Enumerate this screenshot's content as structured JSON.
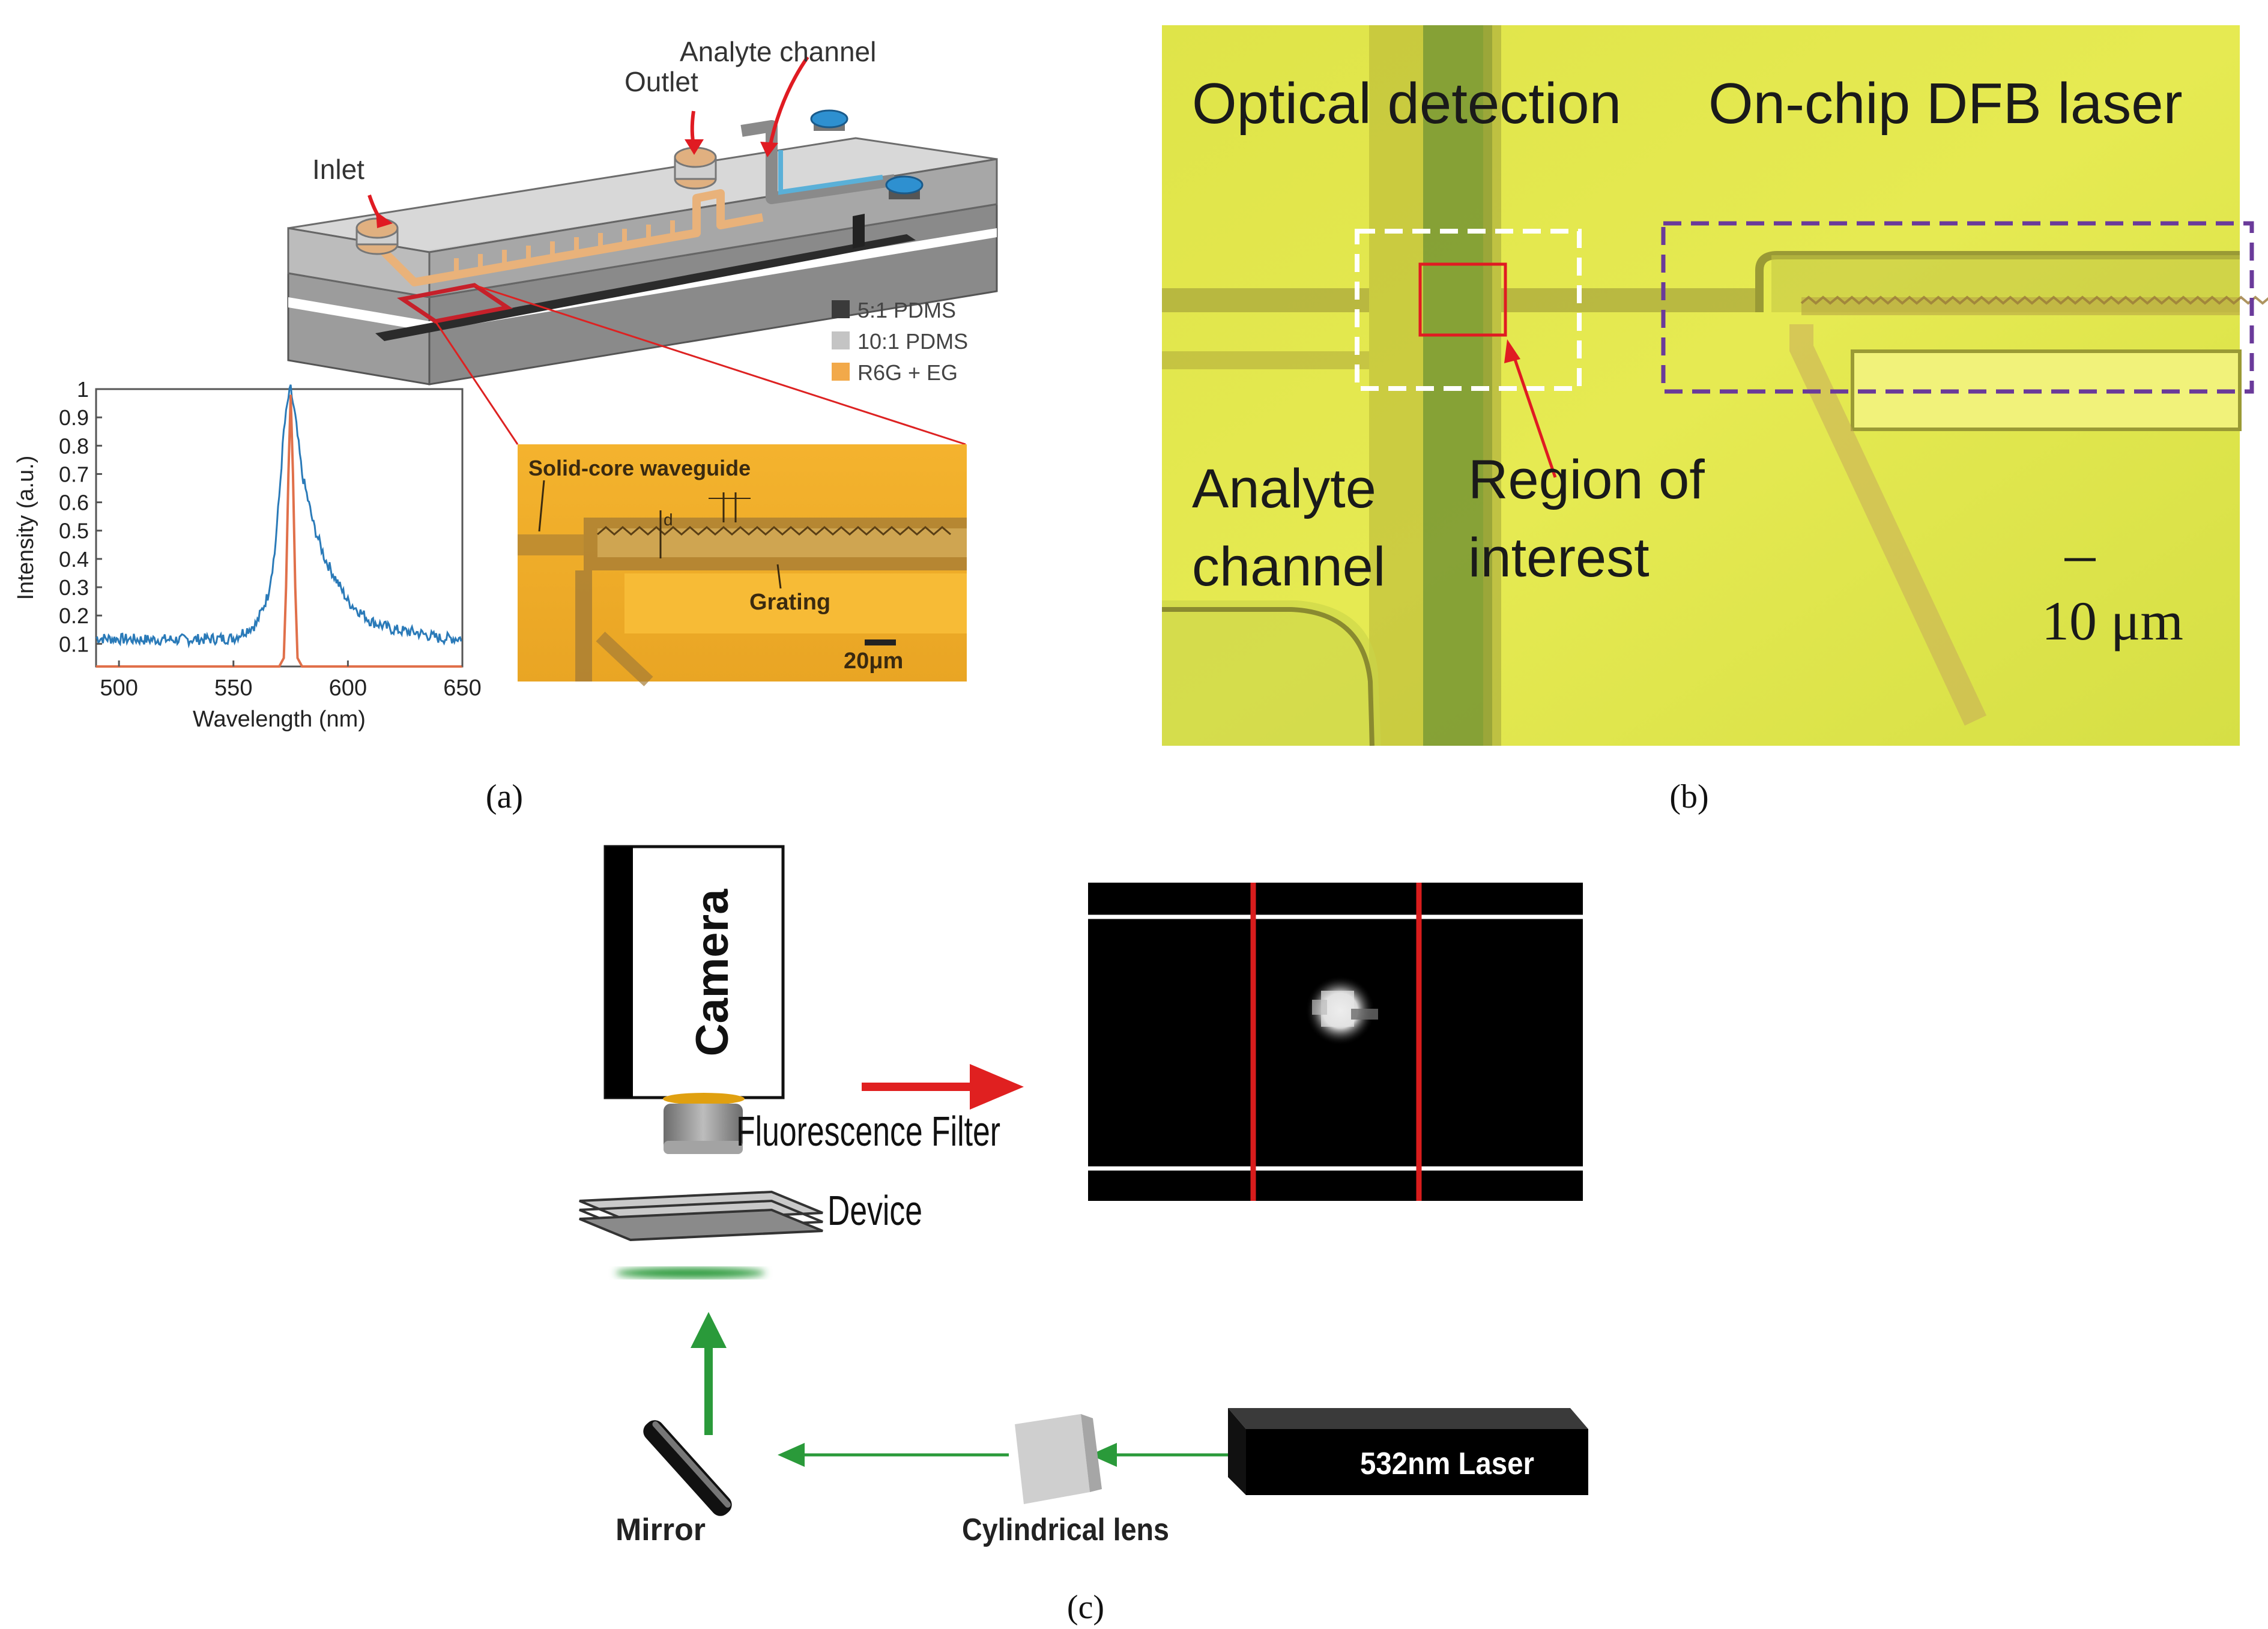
{
  "panel_labels": {
    "a": "(a)",
    "b": "(b)",
    "c": "(c)"
  },
  "panel_a": {
    "labels": {
      "analyte_channel": "Analyte channel",
      "outlet": "Outlet",
      "inlet": "Inlet"
    },
    "legend": [
      {
        "label": "5:1 PDMS",
        "color": "#3a3a3a"
      },
      {
        "label": "10:1 PDMS",
        "color": "#c4c4c4"
      },
      {
        "label": "R6G + EG",
        "color": "#f2a94a"
      }
    ],
    "micrograph": {
      "waveguide_label": "Solid-core waveguide",
      "grating_label": "Grating",
      "d_label": "d",
      "scale_label": "20μm"
    }
  },
  "chart_data": {
    "type": "line",
    "xlabel": "Wavelength (nm)",
    "ylabel": "Intensity (a.u.)",
    "xlim": [
      490,
      650
    ],
    "ylim": [
      0.02,
      1.0
    ],
    "xticks": [
      "500",
      "550",
      "600",
      "650"
    ],
    "yticks": [
      "0.1",
      "0.2",
      "0.3",
      "0.4",
      "0.5",
      "0.6",
      "0.7",
      "0.8",
      "0.9",
      "1"
    ],
    "grid": false,
    "series": [
      {
        "color": "#2a7ab8",
        "x": [
          490,
          510,
          530,
          550,
          560,
          565,
          568,
          570,
          572,
          574,
          575,
          577,
          580,
          585,
          590,
          600,
          610,
          620,
          630,
          640,
          650
        ],
        "y": [
          0.12,
          0.115,
          0.115,
          0.12,
          0.17,
          0.27,
          0.42,
          0.62,
          0.85,
          0.97,
          1.0,
          0.9,
          0.7,
          0.52,
          0.4,
          0.25,
          0.18,
          0.15,
          0.14,
          0.12,
          0.12
        ]
      },
      {
        "color": "#e0704a",
        "x": [
          490,
          570,
          572,
          573,
          574,
          575,
          576,
          577,
          578,
          580,
          650
        ],
        "y": [
          0.02,
          0.02,
          0.05,
          0.3,
          0.7,
          0.98,
          0.7,
          0.3,
          0.05,
          0.02,
          0.02
        ]
      }
    ]
  },
  "panel_b": {
    "optical_detection": "Optical detection",
    "dfb_laser": "On-chip DFB laser",
    "analyte_channel_line1": "Analyte",
    "analyte_channel_line2": "channel",
    "roi_line1": "Region of",
    "roi_line2": "interest",
    "scale_label": "10 μm"
  },
  "panel_c": {
    "camera": "Camera",
    "filter": "Fluorescence Filter",
    "device": "Device",
    "mirror": "Mirror",
    "lens": "Cylindrical lens",
    "laser": "532nm Laser"
  }
}
